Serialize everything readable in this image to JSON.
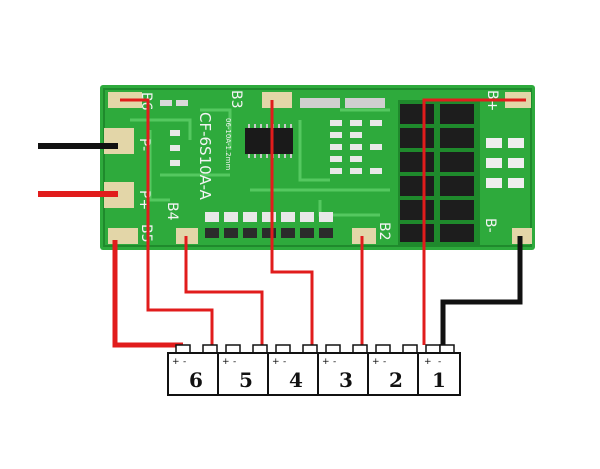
{
  "board": {
    "model": "CF-6S10A-A",
    "pad_labels": {
      "b6": "B6",
      "b3": "B3",
      "b_plus": "B+",
      "p_plus": "P+",
      "p_minus": "P-",
      "b4": "B4",
      "b5": "B5",
      "b2": "B2",
      "b_minus": "B-"
    },
    "tiny_text": [
      "06-10A-1.2mm"
    ]
  },
  "cells": [
    {
      "number": "6",
      "plus": "+",
      "minus": "-"
    },
    {
      "number": "5",
      "plus": "+",
      "minus": "-"
    },
    {
      "number": "4",
      "plus": "+",
      "minus": "-"
    },
    {
      "number": "3",
      "plus": "+",
      "minus": "-"
    },
    {
      "number": "2",
      "plus": "+",
      "minus": "-"
    },
    {
      "number": "1",
      "plus": "+",
      "minus": "-"
    }
  ],
  "colors": {
    "pcb": "#2eaa3c",
    "pcb_dark": "#1f8a2c",
    "pad": "#e3d6a8",
    "wire_red": "#e11c1c",
    "wire_black": "#111111",
    "mosfet": "#1d1d1d"
  }
}
